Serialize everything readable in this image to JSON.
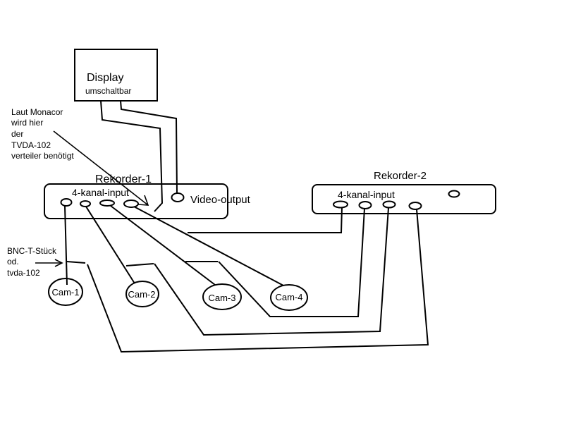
{
  "display": {
    "title": "Display",
    "subtitle": "umschaltbar"
  },
  "note_monacor": {
    "lines": [
      "Laut Monacor",
      "wird hier",
      "der",
      "TVDA-102",
      "verteiler benötigt"
    ]
  },
  "note_bnc": {
    "lines": [
      "BNC-T-Stück",
      "od.",
      "tvda-102"
    ]
  },
  "recorder1": {
    "title": "Rekorder-1",
    "input_label": "4-kanal-input",
    "output_label": "Video-output"
  },
  "recorder2": {
    "title": "Rekorder-2",
    "input_label": "4-kanal-input"
  },
  "cameras": [
    {
      "label": "Cam-1"
    },
    {
      "label": "Cam-2"
    },
    {
      "label": "Cam-3"
    },
    {
      "label": "Cam-4"
    }
  ],
  "colors": {
    "stroke": "#000000",
    "background": "#ffffff"
  }
}
